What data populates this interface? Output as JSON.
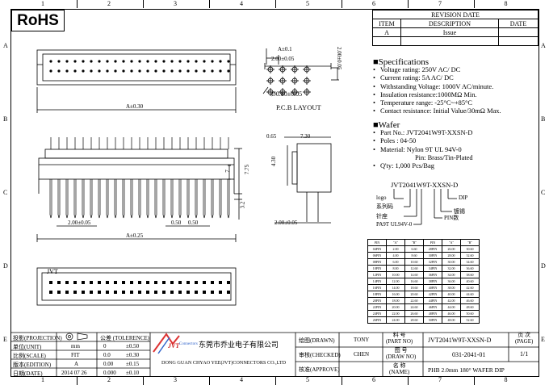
{
  "rohs": "RoHS",
  "ruler": {
    "cols": [
      "1",
      "2",
      "3",
      "4",
      "5",
      "6",
      "7",
      "8"
    ],
    "rows": [
      "A",
      "B",
      "C",
      "D",
      "E"
    ]
  },
  "revision": {
    "title": "REVISION DATE",
    "headers": [
      "ITEM",
      "DESCRIPTION",
      "DATE"
    ],
    "row": [
      "A",
      "Issue",
      ""
    ]
  },
  "specs": {
    "heading": "Specifications",
    "items": [
      "Voltage rating: 250V AC/ DC",
      "Current rating: 5A AC/ DC",
      "Withstanding Voltage: 1000V AC/minute.",
      "Insulation resistance:1000MΩ Min.",
      "Temperature range: -25°C~+85°C",
      "Contact resistance: Initial Value/30mΩ Max."
    ]
  },
  "wafer": {
    "heading": "Wafer",
    "items": [
      "Part No.: JVT2041W9T-XXSN-D",
      "Poles : 04-50",
      "Material: Nylon 9T UL 94V-0",
      "Pin: Brass/Tin-Plated",
      "Q'ty: 1,000 Pcs/Bag"
    ]
  },
  "part_breakdown": {
    "code": "JVT2041W9T-XXSN-D",
    "labels": [
      "logo",
      "系列码",
      "针座",
      "PA9T UL94V-0",
      "DIP",
      "镀锡",
      "PIN数"
    ]
  },
  "drawing": {
    "dim_a01": "A±0.1",
    "dim_200": "2.00±0.05",
    "dim_200v": "2.00±0.05",
    "hole": "Ø0.80±0.05",
    "pcb": "P.C.B  LAYOUT",
    "dim_a030": "A±0.30",
    "dim_065": "0.65",
    "dim_730": "7.30",
    "dim_430": "4.30",
    "dim_775": "7.75",
    "dim_7": "7",
    "dim_32": "3.2",
    "dim_200b": "2.00±0.05",
    "dim_050": "0.50",
    "dim_050b": "0.50",
    "dim_a025": "A±0.25",
    "dim_200c": "2.00±0.05",
    "jvt": "JVT"
  },
  "pin_table": {
    "headers": [
      "PIN",
      "\"A\"",
      "\"B\"",
      "PIN",
      "\"A\"",
      "\"B\""
    ],
    "rows": [
      [
        "04PIN",
        "2.00",
        "6.60",
        "28PIN",
        "26.00",
        "30.60"
      ],
      [
        "06PIN",
        "4.00",
        "8.60",
        "30PIN",
        "28.00",
        "32.60"
      ],
      [
        "08PIN",
        "6.00",
        "10.60",
        "32PIN",
        "30.00",
        "34.60"
      ],
      [
        "10PIN",
        "8.00",
        "12.60",
        "34PIN",
        "32.00",
        "36.60"
      ],
      [
        "12PIN",
        "10.00",
        "14.60",
        "36PIN",
        "34.00",
        "38.60"
      ],
      [
        "14PIN",
        "12.00",
        "16.60",
        "38PIN",
        "36.00",
        "40.60"
      ],
      [
        "16PIN",
        "14.00",
        "18.60",
        "40PIN",
        "38.00",
        "42.60"
      ],
      [
        "18PIN",
        "16.00",
        "20.60",
        "42PIN",
        "40.00",
        "44.60"
      ],
      [
        "20PIN",
        "18.00",
        "22.60",
        "44PIN",
        "42.00",
        "46.60"
      ],
      [
        "22PIN",
        "20.00",
        "24.60",
        "46PIN",
        "44.00",
        "48.60"
      ],
      [
        "24PIN",
        "22.00",
        "26.60",
        "48PIN",
        "46.00",
        "50.60"
      ],
      [
        "26PIN",
        "24.00",
        "28.60",
        "50PIN",
        "48.00",
        "52.60"
      ]
    ]
  },
  "titleblock": {
    "projection_label": "投影(PROJECTION)",
    "unit_label": "单位(UNIT)",
    "unit": "mm",
    "scale_label": "比例(SCALE)",
    "scale": "FIT",
    "edition_label": "版本(EDITION)",
    "edition": "A",
    "date_label": "日期(DATE)",
    "date": "2014 07 26",
    "tolerance_label": "公差 (TOLERENCE)",
    "tol_rows": [
      [
        "0",
        "±0.50"
      ],
      [
        "0.0",
        "±0.30"
      ],
      [
        "0.00",
        "±0.15"
      ],
      [
        "0.000",
        "±0.10"
      ]
    ],
    "company_cn": "东莞市乔业电子有限公司",
    "company_en": "DONG GUAN CHYAO YEE(JVT)CONNECTORS CO.,LTD",
    "logo": "JVT",
    "logo_sub": "Connectors",
    "drawn_label": "绘图(DRAWN)",
    "drawn": "TONY",
    "checked_label": "审核(CHECKED)",
    "checked": "CHEN",
    "approve_label": "核准(APPROVE)",
    "partno_label": "料 号\n(PART NO)",
    "partno": "JVT2041W9T-XXSN-D",
    "drawno_label": "图 号\n(DRAW NO)",
    "drawno": "031-2041-01",
    "name_label": "名 称\n(NAME)",
    "name": "PHB 2.0mm 180° WAFER DIP",
    "page_label": "页 次\n(PAGE)",
    "page": "1/1"
  }
}
